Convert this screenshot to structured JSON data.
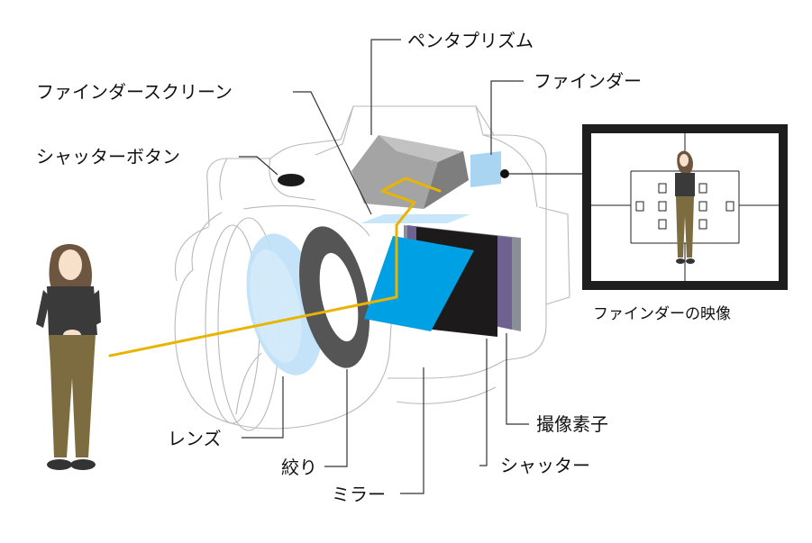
{
  "labels": {
    "pentaprism": "ペンタプリズム",
    "finder_screen": "ファインダースクリーン",
    "finder": "ファインダー",
    "shutter_button": "シャッターボタン",
    "finder_image": "ファインダーの映像",
    "lens": "レンズ",
    "aperture": "絞り",
    "mirror": "ミラー",
    "sensor": "撮像素子",
    "shutter": "シャッター"
  },
  "colors": {
    "light_path": "#e8b400",
    "mirror": "#00a0e4",
    "lens": "#bfe0f7",
    "aperture": "#555555",
    "prism": "#9a9a9a",
    "sensor": "#1c1a1a",
    "shutter_frame": "#6a5a8e",
    "finder_window": "#a9d4f2",
    "viewfinder_bg": "#1e1e1e"
  }
}
